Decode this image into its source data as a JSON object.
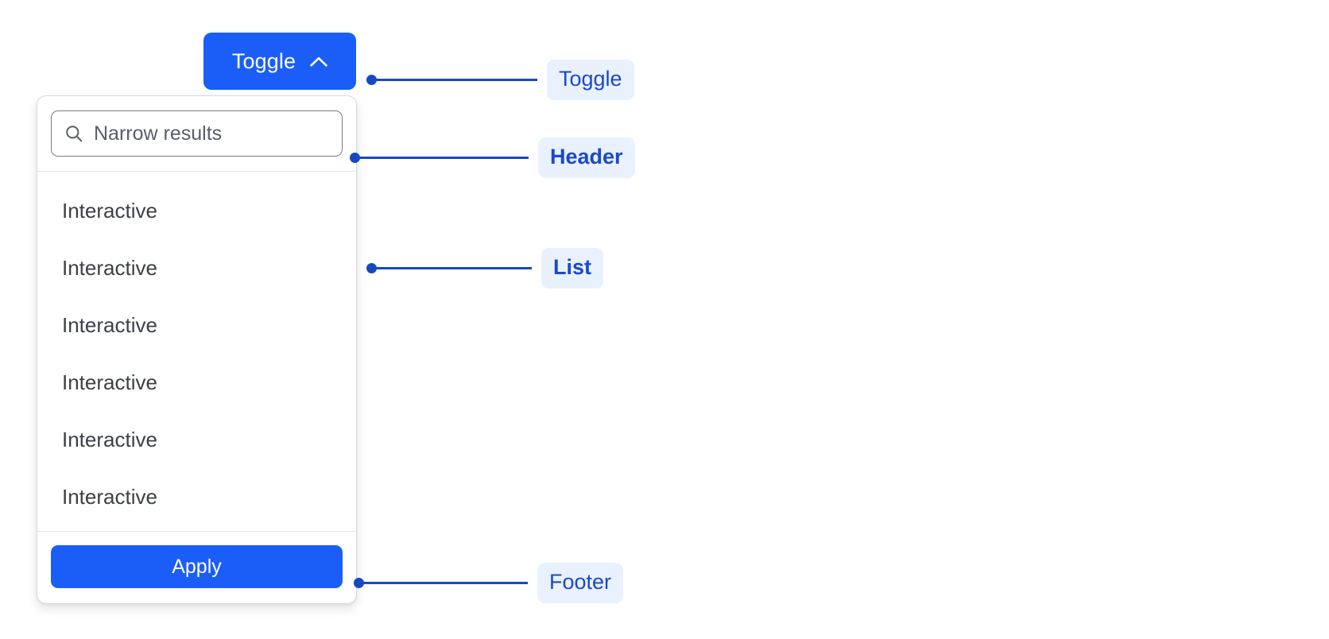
{
  "toggle": {
    "label": "Toggle",
    "icon": "chevron-up-icon",
    "expanded": true,
    "background_color": "#1a5ef7",
    "text_color": "#ffffff"
  },
  "panel": {
    "header": {
      "search": {
        "icon": "search-icon",
        "placeholder": "Narrow results",
        "value": ""
      }
    },
    "list": {
      "items": [
        {
          "label": "Interactive"
        },
        {
          "label": "Interactive"
        },
        {
          "label": "Interactive"
        },
        {
          "label": "Interactive"
        },
        {
          "label": "Interactive"
        },
        {
          "label": "Interactive"
        }
      ]
    },
    "footer": {
      "apply_label": "Apply",
      "apply_background_color": "#1a5ef7"
    }
  },
  "annotations": {
    "accent_color": "#1549c4",
    "chip_background": "#eaf1fe",
    "chip_text_color": "#1a49c9",
    "items": [
      {
        "label": "Toggle",
        "target": "toggle-button",
        "emphasis": "normal"
      },
      {
        "label": "Header",
        "target": "panel-header",
        "emphasis": "bold"
      },
      {
        "label": "List",
        "target": "panel-list",
        "emphasis": "bold"
      },
      {
        "label": "Footer",
        "target": "panel-footer",
        "emphasis": "normal"
      }
    ]
  }
}
